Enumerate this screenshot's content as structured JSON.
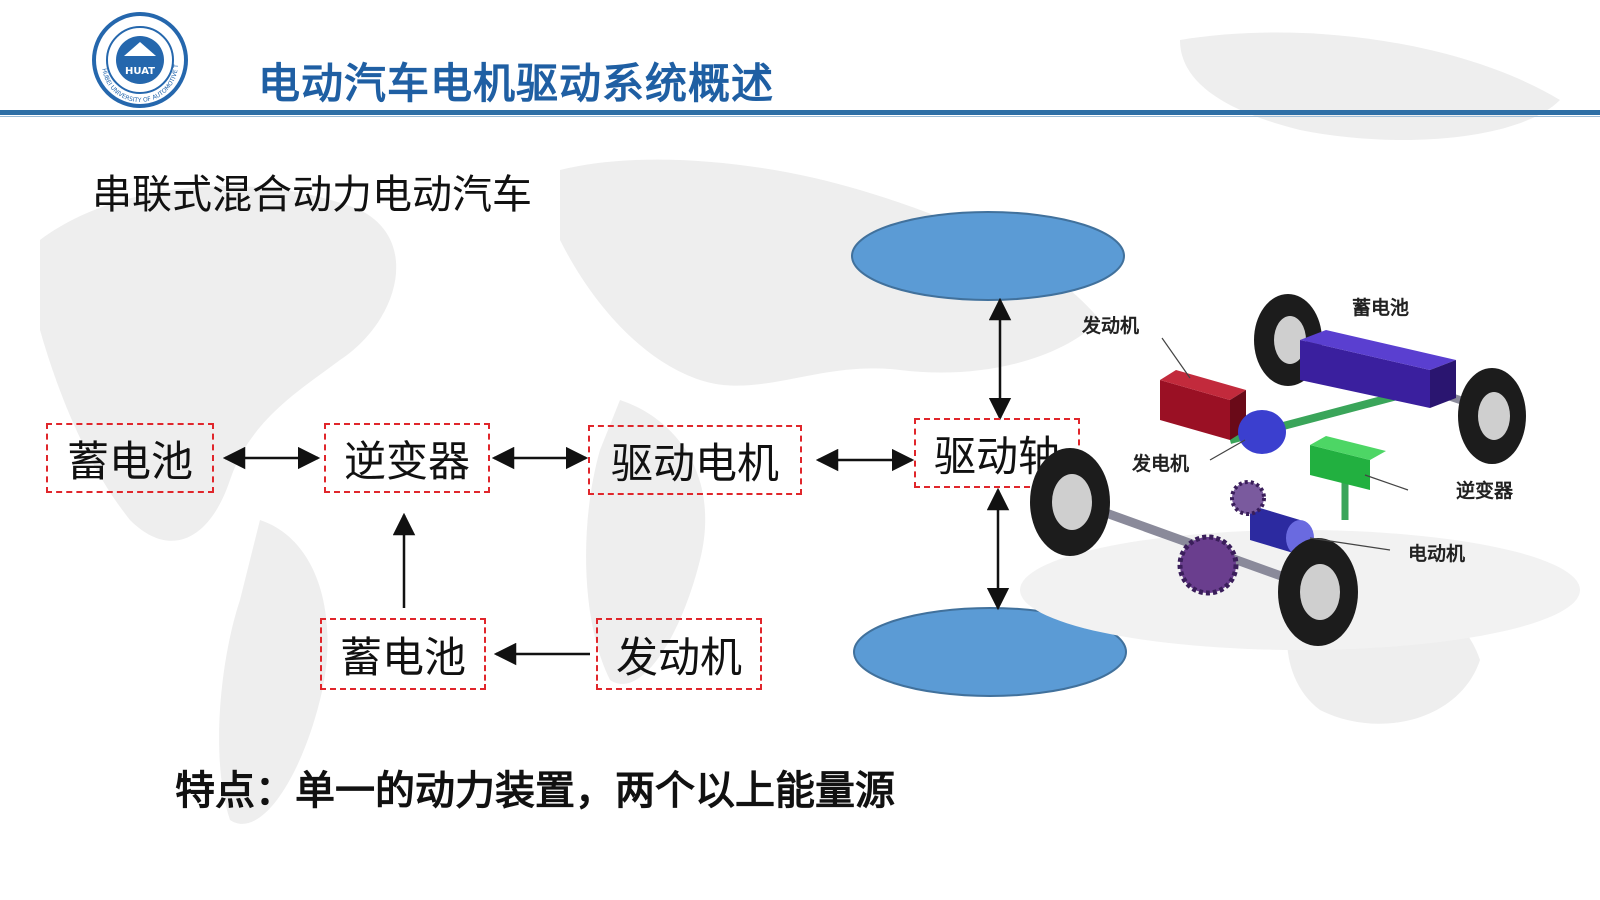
{
  "header": {
    "title": "电动汽车电机驱动系统概述",
    "logo_text": "HUAT",
    "logo_ring_text": "HUBEI UNIVERSITY OF AUTOMOTIVE TECHNOLOGY"
  },
  "subtitle": "串联式混合动力电动汽车",
  "diagram": {
    "nodes": {
      "battery_top": "蓄电池",
      "inverter": "逆变器",
      "drive_motor": "驱动电机",
      "drive_shaft": "驱动轴",
      "battery_bottom": "蓄电池",
      "engine": "发动机"
    }
  },
  "car_labels": {
    "engine": "发动机",
    "battery": "蓄电池",
    "generator": "发电机",
    "inverter": "逆变器",
    "motor": "电动机"
  },
  "feature": "特点：单一的动力装置，两个以上能量源",
  "colors": {
    "title_blue": "#1f5fa3",
    "header_line": "#2e6fa6",
    "box_border": "#e0262b",
    "wheel_ellipse": "#5b9bd5"
  }
}
